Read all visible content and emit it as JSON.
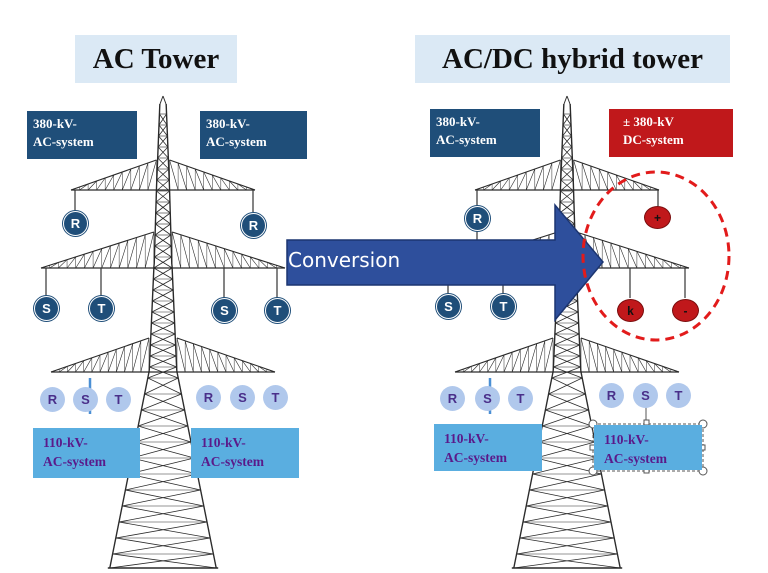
{
  "titles": {
    "left": "AC Tower",
    "right": "AC/DC hybrid tower"
  },
  "arrow": {
    "label": "Conversion",
    "color": "#2e4f9c"
  },
  "left_tower": {
    "top_left_box": [
      "380-kV-",
      "AC-system"
    ],
    "top_right_box": [
      "380-kV-",
      "AC-system"
    ],
    "upper_nodes": {
      "left": "R",
      "right": "R"
    },
    "middle_nodes": {
      "left": [
        "S",
        "T"
      ],
      "right": [
        "S",
        "T"
      ]
    },
    "lower_nodes": {
      "left": [
        "R",
        "S",
        "T"
      ],
      "right": [
        "R",
        "S",
        "T"
      ]
    },
    "bottom_left_box": [
      "110-kV-",
      "AC-system"
    ],
    "bottom_right_box": [
      "110-kV-",
      "AC-system"
    ]
  },
  "right_tower": {
    "top_left_box": [
      "380-kV-",
      "AC-system"
    ],
    "top_right_box": [
      "± 380-kV",
      "DC-system"
    ],
    "upper_node": "R",
    "middle_nodes": [
      "S",
      "T"
    ],
    "dc_nodes": {
      "top": "+",
      "left": "k",
      "right": "-"
    },
    "lower_nodes": {
      "left": [
        "R",
        "S",
        "T"
      ],
      "right": [
        "R",
        "S",
        "T"
      ]
    },
    "bottom_left_box": [
      "110-kV-",
      "AC-system"
    ],
    "bottom_right_box": [
      "110-kV-",
      "AC-system"
    ]
  },
  "colors": {
    "dark_box": "#1f4e79",
    "dc_box": "#c0181b",
    "light_box": "#5aaee0",
    "dashed_ellipse": "#e21b1b"
  }
}
